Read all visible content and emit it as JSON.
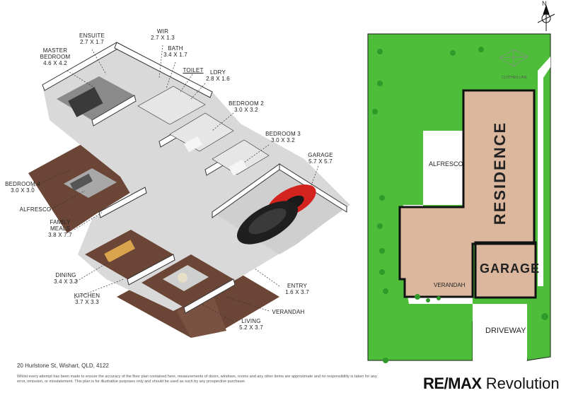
{
  "floorplan": {
    "rooms": [
      {
        "id": "ensuite",
        "name": "ENSUITE",
        "dims": "2.7 x 1.7"
      },
      {
        "id": "wir",
        "name": "WIR",
        "dims": "2.7 x 1.3"
      },
      {
        "id": "bath",
        "name": "BATH",
        "dims": "3.4 x 1.7"
      },
      {
        "id": "master",
        "name": "MASTER BEDROOM",
        "dims": "4.6 x 4.2"
      },
      {
        "id": "toilet",
        "name": "TOILET",
        "dims": ""
      },
      {
        "id": "ldry",
        "name": "LDRY",
        "dims": "2.8 x 1.6"
      },
      {
        "id": "bed2",
        "name": "BEDROOM 2",
        "dims": "3.0 x 3.2"
      },
      {
        "id": "bed3",
        "name": "BEDROOM 3",
        "dims": "3.0 x 3.2"
      },
      {
        "id": "garage",
        "name": "GARAGE",
        "dims": "5.7 x 5.7"
      },
      {
        "id": "bed4",
        "name": "BEDROOM 4",
        "dims": "3.0 x 3.0"
      },
      {
        "id": "alfresco",
        "name": "ALFRESCO",
        "dims": ""
      },
      {
        "id": "family",
        "name": "FAMILY MEALS",
        "dims": "3.8 x 7.7"
      },
      {
        "id": "dining",
        "name": "DINING",
        "dims": "3.4 x 3.3"
      },
      {
        "id": "kitchen",
        "name": "KITCHEN",
        "dims": "3.7 x 3.3"
      },
      {
        "id": "entry",
        "name": "ENTRY",
        "dims": "1.6 x 3.7"
      },
      {
        "id": "verandah",
        "name": "VERANDAH",
        "dims": ""
      },
      {
        "id": "living",
        "name": "LIVING",
        "dims": "5.2 x 3.7"
      }
    ]
  },
  "siteplan": {
    "residence": "RESIDENCE",
    "garage": "GARAGE",
    "alfresco": "ALFRESCO",
    "verandah": "VERANDAH",
    "driveway": "DRIVEWAY",
    "clothes_line": "CLOTHES LINE",
    "north": "N"
  },
  "footer": {
    "address": "20 Hurlstone St, Wishart, QLD, 4122",
    "disclaimer": "Whilst every attempt has been made to ensure the accuracy of the floor plan contained here, measurements of doors, windows, rooms and any other items are approximate and no responsibility is taken for any error, omission, or misstatement. This plan is for illustrative purposes only and should be used as such by any prospective purchaser.",
    "brand_main": "RE/MAX",
    "brand_sub": "Revolution"
  },
  "colors": {
    "grass": "#4dbd3a",
    "residence": "#dbb79d",
    "floor_wood": "#6b4637",
    "wall": "#ffffff",
    "car_red": "#d4231f"
  }
}
